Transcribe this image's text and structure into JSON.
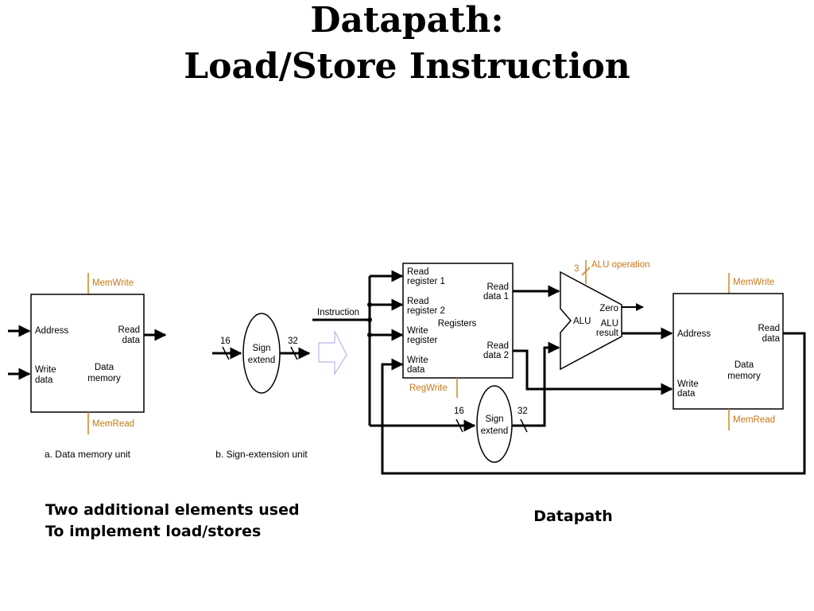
{
  "title": {
    "line1": "Datapath:",
    "line2": "Load/Store Instruction"
  },
  "memory_unit": {
    "mem_write": "MemWrite",
    "mem_read": "MemRead",
    "address": "Address",
    "read_data_1": "Read",
    "read_data_2": "data",
    "write_data_1": "Write",
    "write_data_2": "data",
    "name_1": "Data",
    "name_2": "memory",
    "caption": "a. Data memory unit"
  },
  "sign_ext_unit": {
    "in_width": "16",
    "out_width": "32",
    "name_1": "Sign",
    "name_2": "extend",
    "caption": "b. Sign-extension unit"
  },
  "datapath": {
    "instruction": "Instruction",
    "registers": {
      "rr1_1": "Read",
      "rr1_2": "register 1",
      "rr2_1": "Read",
      "rr2_2": "register 2",
      "wr_1": "Write",
      "wr_2": "register",
      "wd_1": "Write",
      "wd_2": "data",
      "rd1_1": "Read",
      "rd1_2": "data 1",
      "rd2_1": "Read",
      "rd2_2": "data 2",
      "name": "Registers",
      "reg_write": "RegWrite"
    },
    "sign_ext": {
      "in_width": "16",
      "out_width": "32",
      "name_1": "Sign",
      "name_2": "extend"
    },
    "alu": {
      "operation": "ALU operation",
      "op_width": "3",
      "name": "ALU",
      "zero": "Zero",
      "result_1": "ALU",
      "result_2": "result"
    },
    "memory": {
      "mem_write": "MemWrite",
      "mem_read": "MemRead",
      "address": "Address",
      "read_data_1": "Read",
      "read_data_2": "data",
      "write_data_1": "Write",
      "write_data_2": "data",
      "name_1": "Data",
      "name_2": "memory"
    },
    "caption": "Datapath"
  },
  "notes": {
    "line1": "Two additional elements used",
    "line2": "To implement load/stores"
  }
}
